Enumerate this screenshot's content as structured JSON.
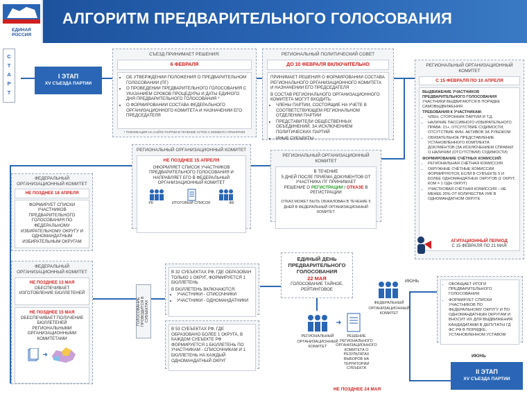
{
  "header": {
    "title": "АЛГОРИТМ ПРЕДВАРИТЕЛЬНОГО ГОЛОСОВАНИЯ",
    "logo_line1": "ЕДИНАЯ",
    "logo_line2": "РОССИЯ"
  },
  "start": {
    "letters": [
      "С",
      "Т",
      "А",
      "Р",
      "Т"
    ]
  },
  "stage1": {
    "title": "I ЭТАП",
    "subtitle": "XV СЪЕЗДА ПАРТИИ"
  },
  "congress": {
    "header": "СЪЕЗД ПРИНИМАЕТ РЕШЕНИЯ:",
    "date": "6 ФЕВРАЛЯ",
    "items": [
      "ОБ УТВЕРЖДЕНИИ ПОЛОЖЕНИЯ О ПРЕДВАРИТЕЛЬНОМ ГОЛОСОВАНИИ (ПГ)",
      "О ПРОВЕДЕНИИ ПРЕДВАРИТЕЛЬНОГО ГОЛОСОВАНИЯ С УКАЗАНИЕМ СРОКОВ ПРОЦЕДУРЫ И ДАТЫ ЕДИНОГО ДНЯ ПРЕДВАРИТЕЛЬНОГО ГОЛОСОВАНИЯ *",
      "О ФОРМИРОВАНИИ СОСТАВА ФЕДЕРАЛЬНОГО ОРГАНИЗАЦИОННОГО КОМИТЕТА И НАЗНАЧЕНИИ ЕГО ПРЕДСЕДАТЕЛЯ"
    ],
    "note": "* ПУБЛИКАЦИЯ НА САЙТЕ ПАРТИИ В ТЕЧЕНИЕ СУТОК С МОМЕНТА ПРИНЯТИЯ"
  },
  "regional_council": {
    "header": "РЕГИОНАЛЬНЫЙ ПОЛИТИЧЕСКИЙ СОВЕТ",
    "date": "ДО 10 ФЕВРАЛЯ ВКЛЮЧИТЕЛЬНО",
    "text1": "ПРИНИМАЕТ РЕШЕНИЯ О ФОРМИРОВАНИИ СОСТАВА РЕГИОНАЛЬНОГО ОРГАНИЗАЦИОННОГО КОМИТЕТА И НАЗНАЧЕНИИ ЕГО ПРЕДСЕДАТЕЛЯ",
    "text2": "В СОСТАВ РЕГИОНАЛЬНОГО ОРГАНИЗАЦИОННОГО КОМИТЕТА МОГУТ ВХОДИТЬ:",
    "items": [
      "ЧЛЕНЫ ПАРТИИ, СОСТОЯЩИЕ НА УЧЕТЕ В СООТВЕТСТВУЮЩЕМ РЕГИОНАЛЬНОМ ОТДЕЛЕНИИ ПАРТИИ",
      "ПРЕДСТАВИТЕЛИ ОБЩЕСТВЕННЫХ ОБЪЕДИНЕНИЙ, ЗА ИСКЛЮЧЕНИЕМ ПОЛИТИЧЕСКИХ ПАРТИЙ",
      "ИНЫЕ СУБЪЕКТЫ"
    ]
  },
  "regional_committee_right": {
    "header": "РЕГИОНАЛЬНЫЙ ОРГАНИЗАЦИОННЫЙ КОМИТЕТ",
    "date": "С 15 ФЕВРАЛЯ ПО 10 АПРЕЛЯ",
    "nomination_title": "ВЫДВИЖЕНИЕ УЧАСТНИКОВ ПРЕДВАРИТЕЛЬНОГО ГОЛОСОВАНИЯ",
    "nomination_text": "УЧАСТНИКИ ВЫДВИГАЮТСЯ В ПОРЯДКЕ САМОВЫДВИЖЕНИЯ",
    "requirements_title": "ТРЕБОВАНИЯ К УЧАСТНИКАМ:",
    "requirements": [
      "ЧЛЕН, СТОРОННИК ПАРТИИ И Т.Д.",
      "НАЛИЧИЕ ПАССИВНОГО ИЗБИРАТЕЛЬНОГО ПРАВА: 21+, ОТСУТСТВИЕ СУДИМОСТИ, ОТСУТСТВИЕ ФИН. АКТИВОВ ЗА РУБЕЖОМ",
      "ОБЯЗАТЕЛЬНОЕ ПРЕДСТАВЛЕНИЕ УСТАНОВЛЕННОГО КОМПЛЕКТА ДОКУМЕНТОВ (ЗА ИСКЛЮЧЕНИЕМ СПРАВКИ О НАЛИЧИИ (ОТСУТСТВИИ) СУДИМОСТИ)"
    ],
    "counting_title": "ФОРМИРОВАНИЕ СЧЁТНЫХ КОМИССИЙ:",
    "counting": [
      "РЕГИОНАЛЬНАЯ СЧЁТНАЯ КОМИССИЯ",
      "ОКРУЖНЫЕ СЧЁТНЫЕ КОМИССИИ ФОРМИРУЮТСЯ, ЕСЛИ В СУБЪЕКТЕ 5 И БОЛЕЕ ОДНОМАНДАТНЫХ ОКРУГОВ (1 ОКРУГ, КОМ = 1 ОДН ОКРУГ)",
      "УЧАСТКОВАЯ СЧЁТНАЯ КОМИССИЯ – НЕ МЕНЕЕ 20% ОТ КОЛИЧЕСТВА УИК В ОДНОМАНДАТНОМ ОКРУГЕ"
    ]
  },
  "agitation": {
    "title": "АГИТАЦИОННЫЙ ПЕРИОД",
    "dates": "С 15 ФЕВРАЛЯ ПО 21 МАЯ"
  },
  "reg_committee_mid": {
    "header": "РЕГИОНАЛЬНЫЙ ОРГАНИЗАЦИОННЫЙ КОМИТЕТ",
    "date": "НЕ ПОЗДНЕЕ 15 АПРЕЛЯ",
    "text": "ОФОРМЛЯЕТ СПИСОК УЧАСТНИКОВ ПРЕДВАРИТЕЛЬНОГО ГОЛОСОВАНИЯ И НАПРАВЛЯЕТ ЕГО В ФЕДЕРАЛЬНЫЙ ОРГАНИЗАЦИОННЫЙ КОМИТЕТ",
    "icon_labels": [
      "РК",
      "ИТОГОВЫЙ СПИСОК",
      "ФК"
    ]
  },
  "reg_committee_decision": {
    "header": "РЕГИОНАЛЬНЫЙ ОРГАНИЗАЦИОННЫЙ КОМИТЕТ",
    "text_a": "В ТЕЧЕНИЕ",
    "text_b": "5 ДНЕЙ ПОСЛЕ ПРИЕМА ДОКУМЕНТОВ ОТ УЧАСТНИКА ПГ ПРИНИМАЕТ",
    "text_c": "РЕШЕНИЕ О",
    "registration": "РЕГИСТРАЦИИ",
    "slash": " / ",
    "refusal": "ОТКАЗЕ",
    "text_d": " В РЕГИСТРАЦИИ",
    "appeal": "ОТКАЗ МОЖЕТ БЫТЬ ОБЖАЛОВАН В ТЕЧЕНИЕ 5 ДНЕЙ В ФЕДЕРАЛЬНЫЙ ОРГАНИЗАЦИОННЫЙ КОМИТЕТ"
  },
  "fed_committee_left": {
    "header": "ФЕДЕРАЛЬНЫЙ ОРГАНИЗАЦИОННЫЙ КОМИТЕТ",
    "date": "НЕ ПОЗДНЕЕ 18 АПРЕЛЯ",
    "text": "ФОРМИРУЕТ СПИСКИ УЧАСТНИКОВ ПРЕДВАРИТЕЛЬНОГО ГОЛОСОВАНИЯ ПО ФЕДЕРАЛЬНОМУ ИЗБИРАТЕЛЬНОМУ ОКРУГУ И ОДНОМАНДАТНЫМ ИЗБИРАТЕЛЬНЫМ ОКРУГАМ"
  },
  "fed_committee_ballots": {
    "header": "ФЕДЕРАЛЬНЫЙ ОРГАНИЗАЦИОННЫЙ КОМИТЕТ",
    "date1": "НЕ ПОЗДНЕЕ 13 МАЯ",
    "text1": "ОБЕСПЕЧИВАЕТ ИЗГОТОВЛЕНИЕ БЮЛЛЕТЕНЕЙ",
    "date2": "НЕ ПОЗДНЕЕ 15 МАЯ",
    "text2": "ОБЕСПЕЧИВАЕТ ПОЛУЧЕНИЕ БЮЛЛЕТЕНЕЙ РЕГИОНАЛЬНЫМИ ОРГАНИЗАЦИОННЫМИ КОМИТЕТАМИ"
  },
  "voting_label": "ГОЛОСОВАНИЕ ПРОВОДИТСЯ В СУБЪЕКТАХ",
  "subjects32": {
    "text1": "В 32 СУБЪЕКТАХ РФ, ГДЕ ОБРАЗОВАН ТОЛЬКО 1 ОКРУГ, ФОРМИРУЕТСЯ 1 БЮЛЛЕТЕНЬ",
    "text2": "В БЮЛЛЕТЕНЬ ВКЛЮЧАЮТСЯ:",
    "items": [
      "УЧАСТНИКИ - СПИСОЧНИКИ",
      "УЧАСТНИКИ - ОДНОМАНДАТНИКИ"
    ]
  },
  "subjects53": {
    "text": "В 53 СУБЪЕКТАХ РФ, ГДЕ ОБРАЗОВАНО БОЛЕЕ 1 ОКРУГА, В КАЖДОМ СУБЪЕКТЕ РФ ФОРМИРУЕТСЯ 1 БЮЛЛЕТЕНЬ ПО УЧАСТНИКАМ - СПИСОЧНИКАМ И 1 БЮЛЛЕТЕНЬ НА КАЖДЫЙ ОДНОМАНДАТНЫЙ ОКРУГ"
  },
  "voting_day": {
    "title": "ЕДИНЫЙ ДЕНЬ ПРЕДВАРИТЕЛЬНОГО ГОЛОСОВАНИЯ",
    "date": "22 МАЯ",
    "text": "ГОЛОСОВАНИЕ ТАЙНОЕ, РЕЙТИНГОВОЕ"
  },
  "bottom_flow": {
    "regional_label": "РЕГИОНАЛЬНЫЙ ОРГАНИЗАЦИОННЫЙ КОМИТЕТ",
    "decision_label": "РЕШЕНИЕ РЕГИОНАЛЬНОГО ОРГАНИЗАЦИОННОГО КОМИТЕТА О РЕЗУЛЬТАТАХ ВЫБОРОВ НА ТЕРРИТОРИИ СУБЪЕКТА",
    "date": "НЕ ПОЗДНЕЕ 24 МАЯ",
    "federal_label": "ФЕДЕРАЛЬНЫЙ ОРГАНИЗАЦИОННЫЙ КОМИТЕТ",
    "june": "ИЮНЬ"
  },
  "summary": {
    "items": [
      "ОБОБЩАЕТ ИТОГИ ПРЕДВАРИТЕЛЬНОГО ГОЛОСОВАНИЯ",
      "ФОРМИРУЕТ СПИСКИ УЧАСТНИКОВ ПО ФЕДЕРАЛЬНОМУ ОКРУГУ И ПО ОДНОМАНДАТНЫМ ОКРУГАМ И ВНОСИТ ИХ ДЛЯ ВЫДВИЖЕНИЯ КАНДИДАТАМИ В ДЕПУТАТЫ ГД ФС РФ В ПОРЯДКЕ, УСТАНОВЛЕННОМ УСТАВОМ"
    ]
  },
  "stage2": {
    "month": "ИЮНЬ",
    "title": "II ЭТАП",
    "subtitle": "XV СЪЕЗДА ПАРТИИ"
  },
  "colors": {
    "accent": "#2a66b5",
    "red": "#d11f1f",
    "green": "#2a9a2a"
  }
}
